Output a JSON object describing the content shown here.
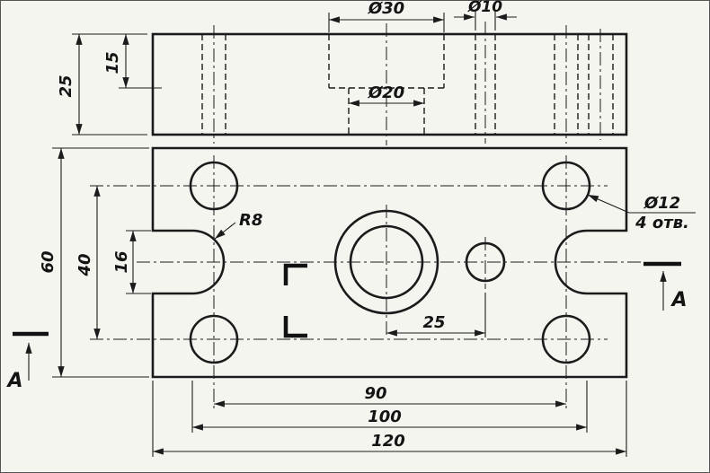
{
  "colors": {
    "line": "#1b1b1b",
    "background": "#f5f5f0"
  },
  "top_view": {
    "dim_dia30": "Ø30",
    "dim_dia10": "Ø10",
    "dim_dia20": "Ø20",
    "dim_thickness": "25",
    "dim_depth": "15"
  },
  "plan_view": {
    "dim_height": "60",
    "dim_hole_spacing_v": "40",
    "dim_slot_width": "16",
    "label_slot_radius": "R8",
    "label_hole_dia": "Ø12",
    "label_hole_count": "4 отв.",
    "dim_hole_offset": "25",
    "dim_hole_spacing_h": "90",
    "dim_notch_spacing": "100",
    "dim_width": "120"
  },
  "section_marks": {
    "left": "A",
    "right": "A"
  }
}
